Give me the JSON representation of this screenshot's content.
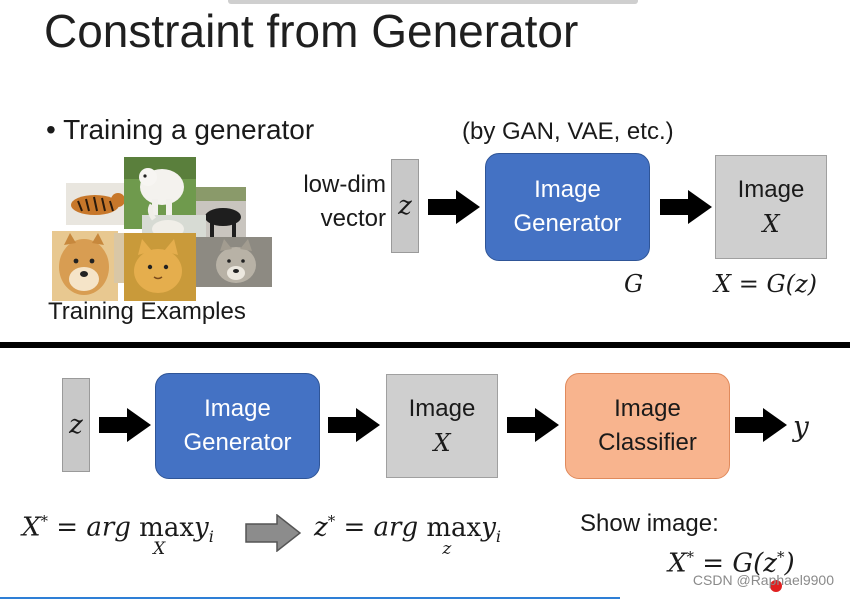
{
  "slide": {
    "title": "Constraint from Generator",
    "bullet": "Training a generator",
    "methods_note": "(by GAN, VAE, etc.)",
    "training_caption": "Training Examples",
    "training_images": [
      "tiger-photo",
      "white-dog-photo",
      "white-dog-2-photo",
      "horse-photo",
      "bird-photo",
      "doge-photo",
      "cat-photo",
      "wolf-photo"
    ]
  },
  "top_diagram": {
    "input_label_line1": "low-dim",
    "input_label_line2": "vector",
    "z_symbol": "z",
    "generator_line1": "Image",
    "generator_line2": "Generator",
    "generator_symbol": "G",
    "output_line1": "Image",
    "output_line2": "X",
    "output_equation": "X = G(z)"
  },
  "bottom_diagram": {
    "z_symbol": "z",
    "generator_line1": "Image",
    "generator_line2": "Generator",
    "image_line1": "Image",
    "image_line2": "X",
    "classifier_line1": "Image",
    "classifier_line2": "Classifier",
    "output_symbol": "y"
  },
  "equations": {
    "left_lhs": "X",
    "left_sup": "*",
    "left_eq": " = arg ",
    "max": "max",
    "left_sub": "X",
    "left_y": "y",
    "left_i": "i",
    "right_lhs": "z",
    "right_sup": "*",
    "right_eq": " = arg ",
    "right_sub": "z",
    "right_y": "y",
    "right_i": "i",
    "show_label": "Show image:",
    "final_lhs": "X",
    "final_sup": "*",
    "final_eq": " = G(z",
    "final_sup2": "*",
    "final_close": ")"
  },
  "watermark": "CSDN @Raphael9900",
  "colors": {
    "generator_blue": "#4472c4",
    "classifier_orange": "#f8b48e",
    "box_gray": "#cfcfcf",
    "divider": "#000000"
  }
}
